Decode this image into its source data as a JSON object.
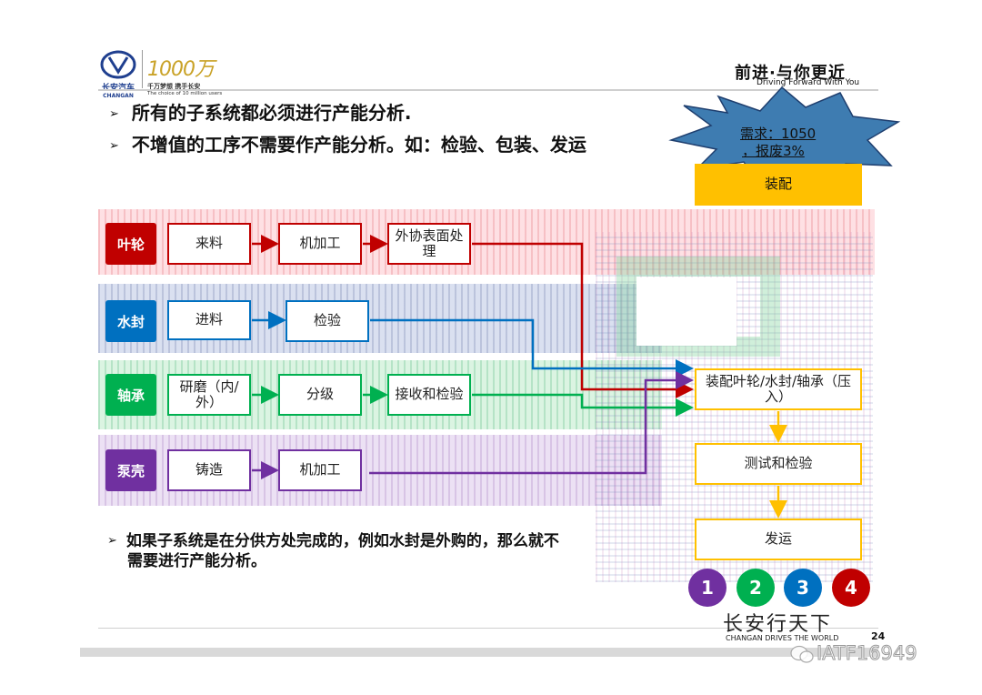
{
  "header": {
    "logo_brand": "长安汽车",
    "logo_brand_en": "CHANGAN",
    "milestone": "1000万",
    "milestone_sub": "千万梦想 携手长安",
    "milestone_sub_en": "The choice of 10 million users",
    "slogan": "前进·与你更近",
    "slogan_en": "Driving Forward With You"
  },
  "bullets": [
    "所有的子系统都必须进行产能分析.",
    "不增值的工序不需要作产能分析。如：检验、包装、发运"
  ],
  "note": [
    "如果子系统是在分供方处完成的，例如水封是外购的，那么就不",
    "需要进行产能分析。"
  ],
  "callout": {
    "line1": "需求：1050",
    "line2": "，报废3%"
  },
  "assembly_header": "装配",
  "rows": [
    {
      "tag": "叶轮",
      "steps": [
        "来料",
        "机加工",
        "外协表面处理"
      ]
    },
    {
      "tag": "水封",
      "steps": [
        "进料",
        "检验"
      ]
    },
    {
      "tag": "轴承",
      "steps": [
        "研磨（内/外）",
        "分级",
        "接收和检验"
      ]
    },
    {
      "tag": "泵壳",
      "steps": [
        "铸造",
        "机加工"
      ]
    }
  ],
  "assembly_steps": [
    "装配叶轮/水封/轴承（压入）",
    "测试和检验",
    "发运"
  ],
  "circles": [
    "1",
    "2",
    "3",
    "4"
  ],
  "footer": {
    "brand_cn": "长安行天下",
    "brand_en": "CHANGAN DRIVES THE WORLD",
    "page": "24",
    "watermark": "IATF16949"
  },
  "colors": {
    "red": "#c00000",
    "blue": "#0070c0",
    "green": "#00b050",
    "purple": "#7030a0",
    "yellow": "#ffc000",
    "star": "#3e7cb1"
  }
}
